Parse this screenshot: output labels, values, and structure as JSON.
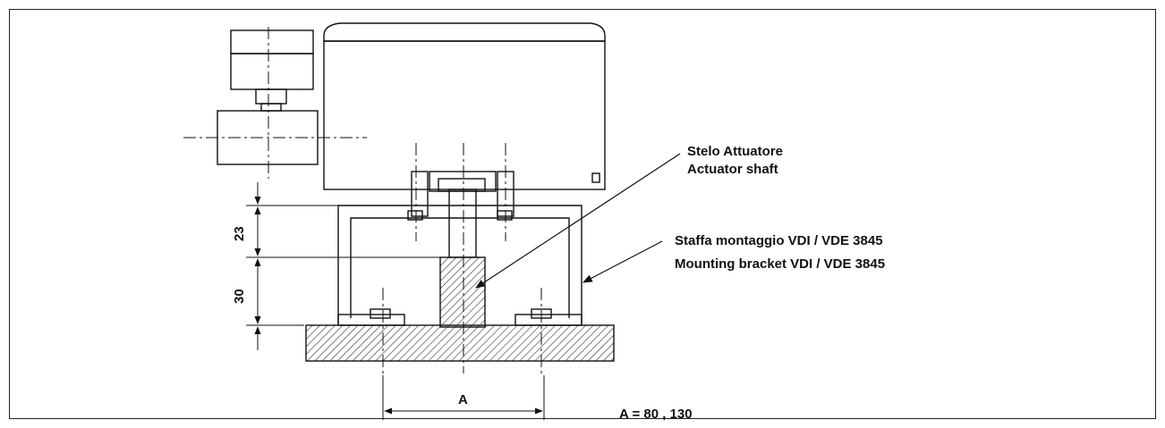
{
  "labels": {
    "shaft_it": "Stelo Attuatore",
    "shaft_en": "Actuator shaft",
    "bracket_it": "Staffa montaggio VDI / VDE 3845",
    "bracket_en": "Mounting bracket VDI / VDE 3845"
  },
  "dimensions": {
    "upper": "23",
    "lower": "30",
    "span_label": "A",
    "note": "A = 80 , 130"
  },
  "colors": {
    "line": "#111111",
    "hatch": "#333333",
    "background": "#ffffff"
  }
}
